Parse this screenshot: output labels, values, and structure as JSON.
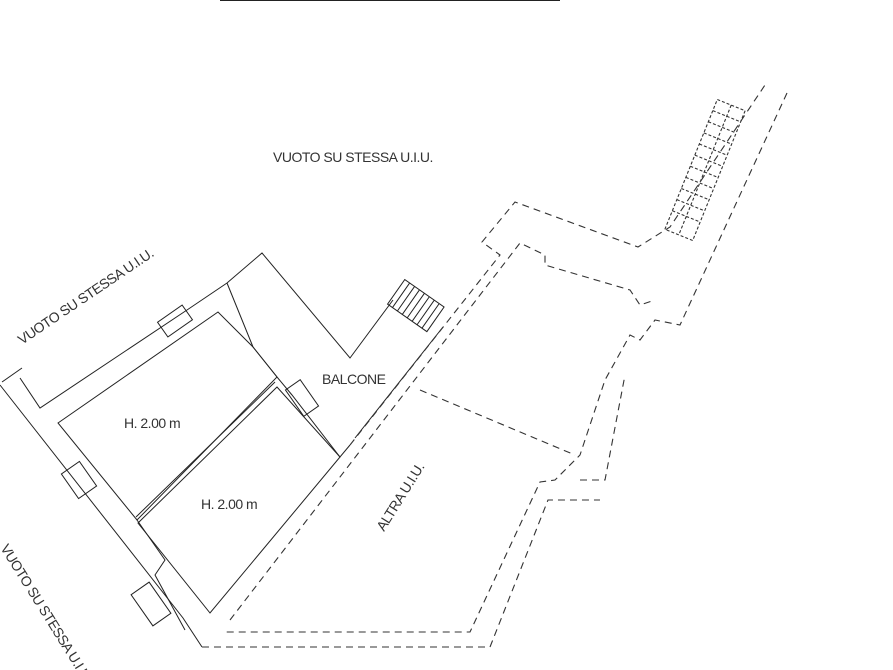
{
  "plan": {
    "labels": {
      "void_top": "VUOTO SU STESSA U.I.U.",
      "void_left": "VUOTO SU STESSA U.I.U.",
      "void_bottom_left": "VUOTO SU STESSA U.I.U.",
      "balcony": "BALCONE",
      "room1_height": "H. 2.00 m",
      "room2_height": "H. 2.00 m",
      "other_unit": "ALTRA U.I.U."
    },
    "colors": {
      "line": "#222222",
      "background": "#ffffff"
    }
  }
}
